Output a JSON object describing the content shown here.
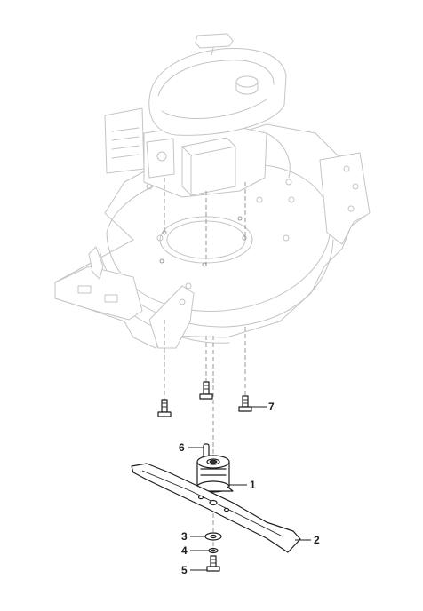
{
  "callouts": {
    "c1": "1",
    "c2": "2",
    "c3": "3",
    "c4": "4",
    "c5": "5",
    "c6": "6",
    "c7": "7"
  },
  "colors": {
    "ghost_lines": "#c4c4c4",
    "part_lines": "#1e1e1e",
    "background": "#ffffff"
  }
}
